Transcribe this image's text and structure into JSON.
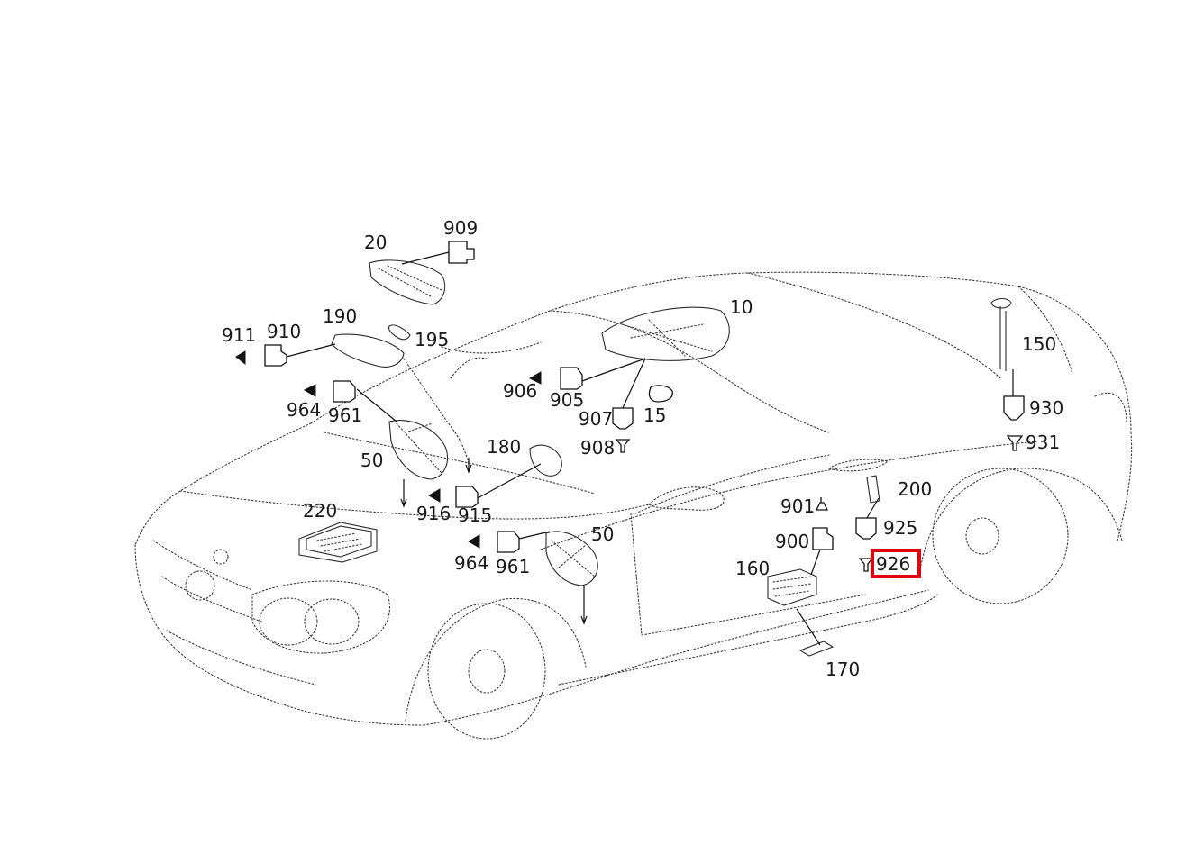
{
  "colors": {
    "line": "#1a1a1a",
    "highlight": "#e0000f",
    "background": "#ffffff"
  },
  "highlighted_part": "926",
  "parts": {
    "p10": "10",
    "p15": "15",
    "p20": "20",
    "p50a": "50",
    "p50b": "50",
    "p150": "150",
    "p160": "160",
    "p170": "170",
    "p180": "180",
    "p190": "190",
    "p195": "195",
    "p200": "200",
    "p220": "220",
    "p900": "900",
    "p901": "901",
    "p905": "905",
    "p906": "906",
    "p907": "907",
    "p908": "908",
    "p909": "909",
    "p910": "910",
    "p911": "911",
    "p915": "915",
    "p916": "916",
    "p925": "925",
    "p926": "926",
    "p930": "930",
    "p931": "931",
    "p961a": "961",
    "p961b": "961",
    "p964a": "964",
    "p964b": "964"
  }
}
